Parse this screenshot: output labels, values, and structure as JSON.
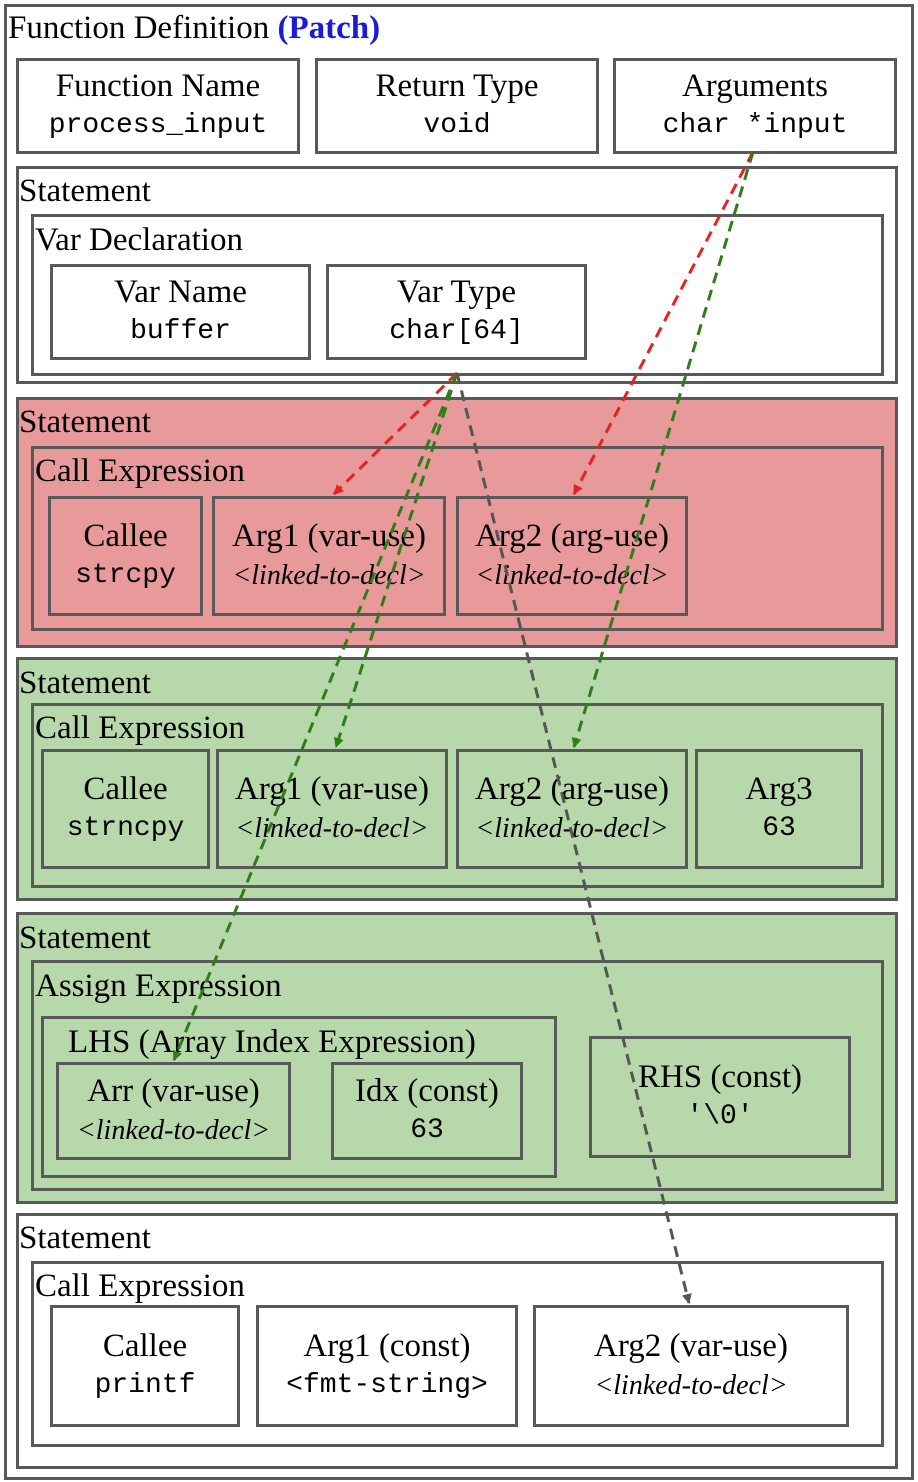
{
  "function_definition": {
    "title": "Function Definition",
    "tag": "(Patch)",
    "name": {
      "label": "Function Name",
      "value": "process_input"
    },
    "return_type": {
      "label": "Return Type",
      "value": "void"
    },
    "arguments": {
      "label": "Arguments",
      "value": "char *input"
    }
  },
  "statements": [
    {
      "label": "Statement",
      "expr_label": "Var Declaration",
      "var_name": {
        "label": "Var Name",
        "value": "buffer"
      },
      "var_type": {
        "label": "Var Type",
        "value": "char[64]"
      }
    },
    {
      "label": "Statement",
      "status": "removed",
      "status_color": "#e8999a",
      "expr_label": "Call Expression",
      "callee": {
        "label": "Callee",
        "value": "strcpy"
      },
      "arg1": {
        "label": "Arg1 (var-use)",
        "value": "<linked-to-decl>"
      },
      "arg2": {
        "label": "Arg2 (arg-use)",
        "value": "<linked-to-decl>"
      }
    },
    {
      "label": "Statement",
      "status": "added",
      "status_color": "#b7d8ab",
      "expr_label": "Call Expression",
      "callee": {
        "label": "Callee",
        "value": "strncpy"
      },
      "arg1": {
        "label": "Arg1 (var-use)",
        "value": "<linked-to-decl>"
      },
      "arg2": {
        "label": "Arg2 (arg-use)",
        "value": "<linked-to-decl>"
      },
      "arg3": {
        "label": "Arg3",
        "value": "63"
      }
    },
    {
      "label": "Statement",
      "status": "added",
      "status_color": "#b7d8ab",
      "expr_label": "Assign Expression",
      "lhs_label": "LHS (Array Index Expression)",
      "arr": {
        "label": "Arr (var-use)",
        "value": "<linked-to-decl>"
      },
      "idx": {
        "label": "Idx (const)",
        "value": "63"
      },
      "rhs": {
        "label": "RHS (const)",
        "value": "'\\0'"
      }
    },
    {
      "label": "Statement",
      "expr_label": "Call Expression",
      "callee": {
        "label": "Callee",
        "value": "printf"
      },
      "arg1": {
        "label": "Arg1 (const)",
        "value": "<fmt-string>"
      },
      "arg2": {
        "label": "Arg2 (var-use)",
        "value": "<linked-to-decl>"
      }
    }
  ],
  "edge_colors": {
    "removed": "#e52222",
    "added": "#2e7d1a",
    "unchanged": "#555555"
  }
}
